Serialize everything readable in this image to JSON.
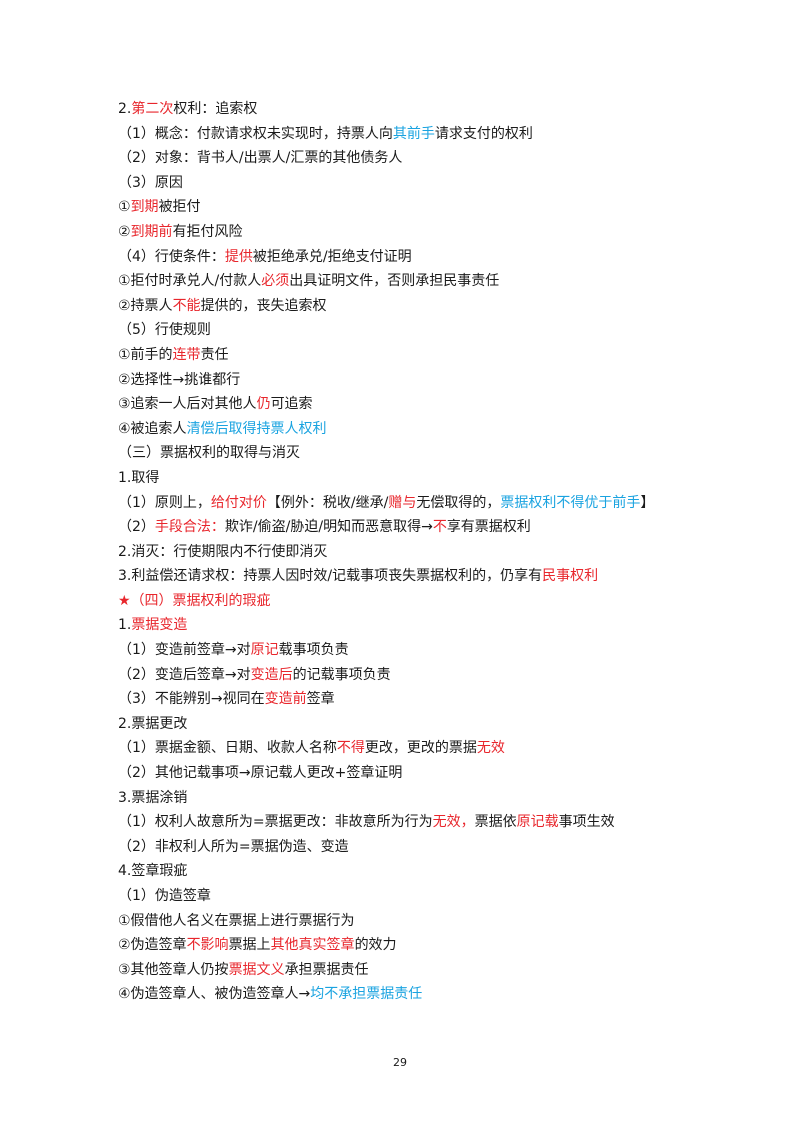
{
  "lines": [
    [
      {
        "t": "2."
      },
      {
        "t": "第二次",
        "c": "r"
      },
      {
        "t": "权利：追索权"
      }
    ],
    [
      {
        "t": "（1）概念：付款请求权未实现时，持票人向"
      },
      {
        "t": "其前手",
        "c": "b"
      },
      {
        "t": "请求支付的权利"
      }
    ],
    [
      {
        "t": "（2）对象：背书人/出票人/汇票的其他债务人"
      }
    ],
    [
      {
        "t": "（3）原因"
      }
    ],
    [
      {
        "t": "①"
      },
      {
        "t": "到期",
        "c": "r"
      },
      {
        "t": "被拒付"
      }
    ],
    [
      {
        "t": "②"
      },
      {
        "t": "到期前",
        "c": "r"
      },
      {
        "t": "有拒付风险"
      }
    ],
    [
      {
        "t": "（4）行使条件："
      },
      {
        "t": "提供",
        "c": "r"
      },
      {
        "t": "被拒绝承兑/拒绝支付证明"
      }
    ],
    [
      {
        "t": "①拒付时承兑人/付款人"
      },
      {
        "t": "必须",
        "c": "r"
      },
      {
        "t": "出具证明文件，否则承担民事责任"
      }
    ],
    [
      {
        "t": "②持票人"
      },
      {
        "t": "不能",
        "c": "r"
      },
      {
        "t": "提供的，丧失追索权"
      }
    ],
    [
      {
        "t": "（5）行使规则"
      }
    ],
    [
      {
        "t": "①前手的"
      },
      {
        "t": "连带",
        "c": "r"
      },
      {
        "t": "责任"
      }
    ],
    [
      {
        "t": "②选择性→挑谁都行"
      }
    ],
    [
      {
        "t": "③追索一人后对其他人"
      },
      {
        "t": "仍",
        "c": "r"
      },
      {
        "t": "可追索"
      }
    ],
    [
      {
        "t": "④被追索人"
      },
      {
        "t": "清偿后取得持票人权利",
        "c": "b"
      }
    ],
    [
      {
        "t": "（三）票据权利的取得与消灭"
      }
    ],
    [
      {
        "t": "1.取得"
      }
    ],
    [
      {
        "t": "（1）原则上，"
      },
      {
        "t": "给付对价",
        "c": "r"
      },
      {
        "t": "【例外：税收/继承/"
      },
      {
        "t": "赠与",
        "c": "r"
      },
      {
        "t": "无偿取得的，"
      },
      {
        "t": "票据权利不得优于前手",
        "c": "b"
      },
      {
        "t": "】"
      }
    ],
    [
      {
        "t": "（2）"
      },
      {
        "t": "手段合法：",
        "c": "r"
      },
      {
        "t": "欺诈/偷盗/胁迫/明知而恶意取得→"
      },
      {
        "t": "不",
        "c": "r"
      },
      {
        "t": "享有票据权利"
      }
    ],
    [
      {
        "t": "2.消灭：行使期限内不行使即消灭"
      }
    ],
    [
      {
        "t": "3.利益偿还请求权：持票人因时效/记载事项丧失票据权利的，仍享有"
      },
      {
        "t": "民事权利",
        "c": "r"
      }
    ],
    [
      {
        "t": "★（四）票据权利的瑕疵",
        "c": "r"
      }
    ],
    [
      {
        "t": "1."
      },
      {
        "t": "票据变造",
        "c": "r"
      }
    ],
    [
      {
        "t": "（1）变造前签章→对"
      },
      {
        "t": "原记",
        "c": "r"
      },
      {
        "t": "载事项负责"
      }
    ],
    [
      {
        "t": "（2）变造后签章→对"
      },
      {
        "t": "变造后",
        "c": "r"
      },
      {
        "t": "的记载事项负责"
      }
    ],
    [
      {
        "t": "（3）不能辨别→视同在"
      },
      {
        "t": "变造前",
        "c": "r"
      },
      {
        "t": "签章"
      }
    ],
    [
      {
        "t": "2.票据更改"
      }
    ],
    [
      {
        "t": "（1）票据金额、日期、收款人名称"
      },
      {
        "t": "不得",
        "c": "r"
      },
      {
        "t": "更改，更改的票据"
      },
      {
        "t": "无效",
        "c": "r"
      }
    ],
    [
      {
        "t": "（2）其他记载事项→原记载人更改+签章证明"
      }
    ],
    [
      {
        "t": "3.票据涂销"
      }
    ],
    [
      {
        "t": "（1）权利人故意所为=票据更改：非故意所为行为"
      },
      {
        "t": "无效，",
        "c": "r"
      },
      {
        "t": "票据依"
      },
      {
        "t": "原记载",
        "c": "r"
      },
      {
        "t": "事项生效"
      }
    ],
    [
      {
        "t": "（2）非权利人所为=票据伪造、变造"
      }
    ],
    [
      {
        "t": "4.签章瑕疵"
      }
    ],
    [
      {
        "t": "（1）伪造签章"
      }
    ],
    [
      {
        "t": "①假借他人名义在票据上进行票据行为"
      }
    ],
    [
      {
        "t": "②伪造签章"
      },
      {
        "t": "不影响",
        "c": "r"
      },
      {
        "t": "票据上"
      },
      {
        "t": "其他真实签章",
        "c": "r"
      },
      {
        "t": "的效力"
      }
    ],
    [
      {
        "t": "③其他签章人仍按"
      },
      {
        "t": "票据文义",
        "c": "r"
      },
      {
        "t": "承担票据责任"
      }
    ],
    [
      {
        "t": "④伪造签章人、被伪造签章人→"
      },
      {
        "t": "均不承担票据责任",
        "c": "b"
      }
    ]
  ],
  "page_number": "29"
}
